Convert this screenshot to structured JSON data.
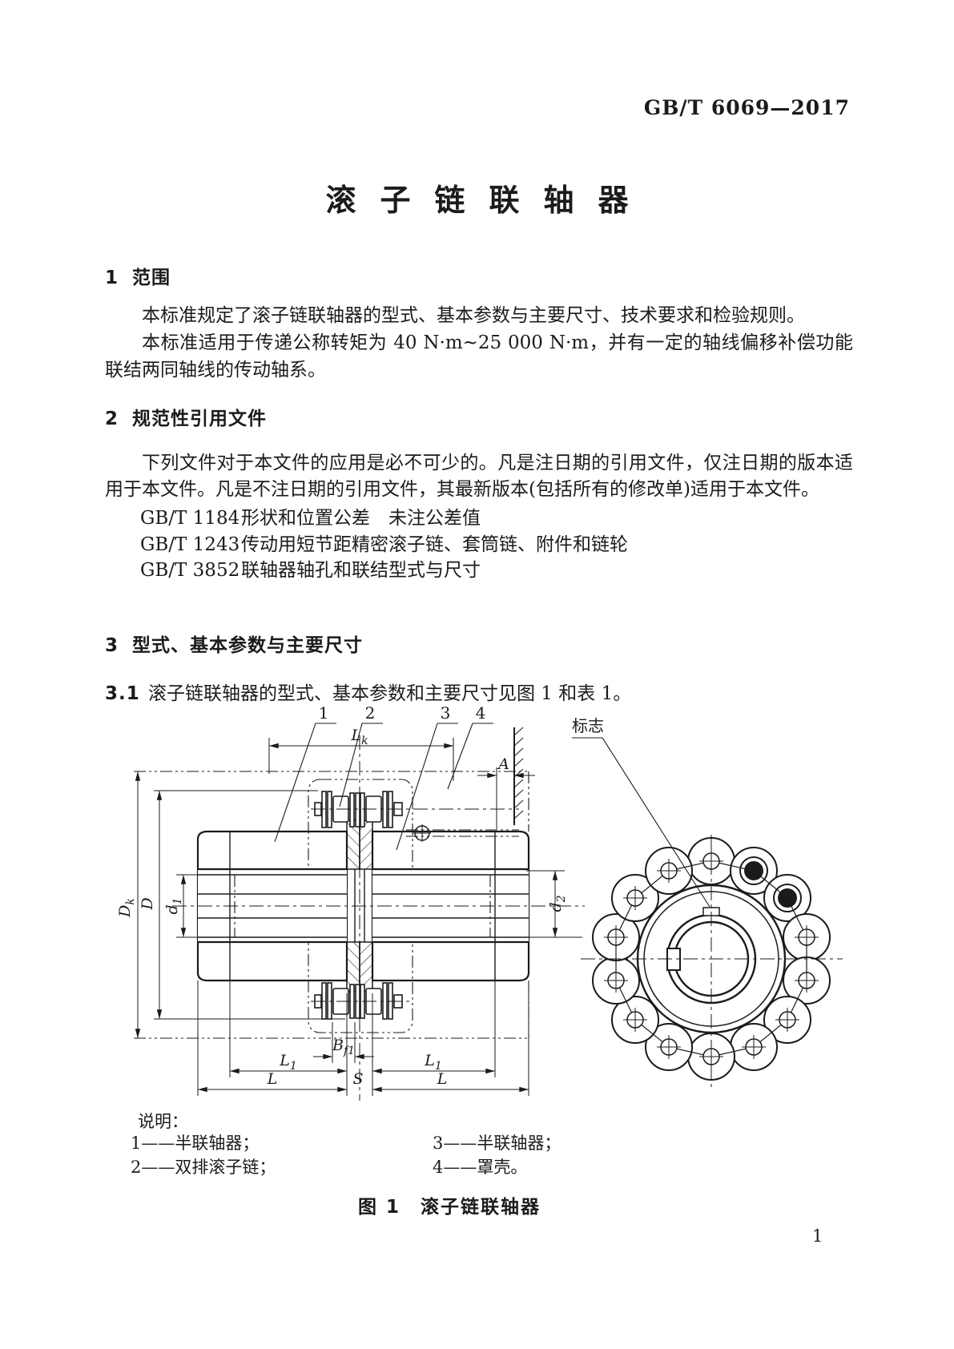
{
  "doc": {
    "standard_code": "GB/T 6069—2017",
    "title": "滚子链联轴器",
    "page_number": "1"
  },
  "section1": {
    "number": "1",
    "heading": "范围",
    "p1": "本标准规定了滚子链联轴器的型式、基本参数与主要尺寸、技术要求和检验规则。",
    "p2": "本标准适用于传递公称转矩为 40 N·m~25 000 N·m，并有一定的轴线偏移补偿功能联结两同轴线的传动轴系。"
  },
  "section2": {
    "number": "2",
    "heading": "规范性引用文件",
    "p1": "下列文件对于本文件的应用是必不可少的。凡是注日期的引用文件，仅注日期的版本适用于本文件。凡是不注日期的引用文件，其最新版本(包括所有的修改单)适用于本文件。",
    "refs": [
      {
        "code": "GB/T 1184",
        "title": "形状和位置公差　未注公差值"
      },
      {
        "code": "GB/T 1243",
        "title": "传动用短节距精密滚子链、套筒链、附件和链轮"
      },
      {
        "code": "GB/T 3852",
        "title": "联轴器轴孔和联结型式与尺寸"
      }
    ]
  },
  "section3": {
    "number": "3",
    "heading": "型式、基本参数与主要尺寸",
    "sub_number": "3.1",
    "sub_text": "滚子链联轴器的型式、基本参数和主要尺寸见图 1 和表 1。"
  },
  "figure": {
    "callout1": "1",
    "callout2": "2",
    "callout3": "3",
    "callout4": "4",
    "mark_label": "标志",
    "dims": {
      "lk": {
        "main": "L",
        "sub": "k"
      },
      "a": {
        "main": "A",
        "sub": ""
      },
      "dk": {
        "main": "D",
        "sub": "k"
      },
      "d": {
        "main": "D",
        "sub": ""
      },
      "d1": {
        "main": "d",
        "sub": "1"
      },
      "d2": {
        "main": "d",
        "sub": "2"
      },
      "bf1": {
        "main": "B",
        "sub": "f1"
      },
      "l1": {
        "main": "L",
        "sub": "1"
      },
      "l": {
        "main": "L",
        "sub": ""
      },
      "s": {
        "main": "S",
        "sub": ""
      }
    },
    "legend_title": "说明：",
    "legend": [
      "1——半联轴器；",
      "2——双排滚子链；",
      "3——半联轴器；",
      "4——罩壳。"
    ],
    "caption": "图 1　滚子链联轴器"
  }
}
